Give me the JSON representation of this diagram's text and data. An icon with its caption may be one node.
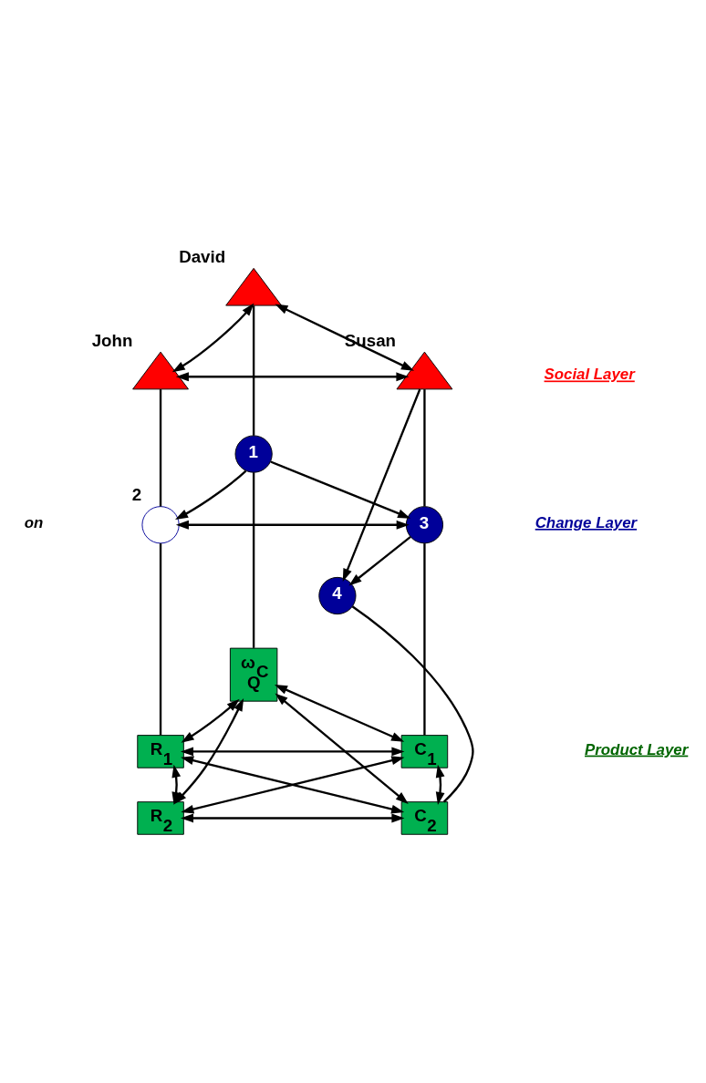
{
  "diagram": {
    "nodes": [
      {
        "text": [
          "David"
        ]
      },
      {
        "text": [
          "John"
        ]
      },
      {
        "text": [
          "Susan"
        ]
      },
      {
        "text": [
          "1"
        ]
      },
      {
        "text": [
          "2"
        ]
      },
      {
        "text": [
          "3"
        ]
      },
      {
        "text": [
          "4"
        ]
      },
      {
        "text": [
          "ω$_{C}$ Q"
        ]
      },
      {
        "text": [
          "R$_{1}$"
        ]
      },
      {
        "text": [
          "C$_{1}$"
        ]
      },
      {
        "text": [
          "R$_{2}$"
        ]
      },
      {
        "text": [
          "C$_{2}$"
        ]
      }
    ],
    "edges": [
      {
        "from": 0,
        "to": 1,
        "arrow": "both"
      },
      {
        "from": 0,
        "to": 2,
        "arrow": "both"
      },
      {
        "from": 1,
        "to": 2,
        "arrow": "both"
      },
      {
        "from": 0,
        "to": 3,
        "arrow": "none"
      },
      {
        "from": 1,
        "to": 4,
        "arrow": "none"
      },
      {
        "from": 2,
        "to": 5,
        "arrow": "none"
      },
      {
        "from": 2,
        "to": 6,
        "arrow": "to"
      },
      {
        "from": 3,
        "to": 4,
        "arrow": "to"
      },
      {
        "from": 3,
        "to": 5,
        "arrow": "to"
      },
      {
        "from": 4,
        "to": 5,
        "arrow": "both"
      },
      {
        "from": 5,
        "to": 6,
        "arrow": "to"
      },
      {
        "from": 3,
        "to": 7,
        "arrow": "none"
      },
      {
        "from": 4,
        "to": 8,
        "arrow": "none"
      },
      {
        "from": 5,
        "to": 9,
        "arrow": "none"
      },
      {
        "from": 6,
        "to": 11,
        "arrow": "none"
      },
      {
        "from": 7,
        "to": 8,
        "arrow": "both"
      },
      {
        "from": 7,
        "to": 9,
        "arrow": "both"
      },
      {
        "from": 7,
        "to": 10,
        "arrow": "both"
      },
      {
        "from": 7,
        "to": 11,
        "arrow": "both"
      },
      {
        "from": 8,
        "to": 9,
        "arrow": "both"
      },
      {
        "from": 8,
        "to": 10,
        "arrow": "both"
      },
      {
        "from": 9,
        "to": 11,
        "arrow": "both"
      },
      {
        "from": 8,
        "to": 11,
        "arrow": "both"
      },
      {
        "from": 9,
        "to": 10,
        "arrow": "both"
      },
      {
        "from": 10,
        "to": 11,
        "arrow": "both"
      }
    ],
    "labels": [
      "Social Layer",
      "Change Layer",
      "on",
      "Product Layer"
    ]
  }
}
